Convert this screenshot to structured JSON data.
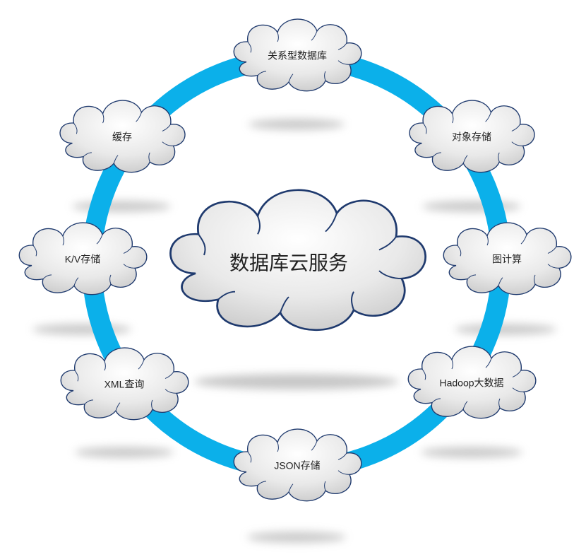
{
  "diagram": {
    "center": {
      "label": "数据库云服务"
    },
    "nodes": [
      {
        "id": "relational",
        "label": "关系型数据库"
      },
      {
        "id": "object-storage",
        "label": "对象存储"
      },
      {
        "id": "graph-compute",
        "label": "图计算"
      },
      {
        "id": "hadoop",
        "label": "Hadoop大数据"
      },
      {
        "id": "json-storage",
        "label": "JSON存储"
      },
      {
        "id": "xml-query",
        "label": "XML查询"
      },
      {
        "id": "kv-storage",
        "label": "K/V存储"
      },
      {
        "id": "cache",
        "label": "缓存"
      }
    ],
    "colors": {
      "ring": "#0bb0ea",
      "cloud_fill_light": "#ffffff",
      "cloud_fill_dark": "#c9c9c9",
      "cloud_stroke": "#1f3a6e",
      "shadow": "#9a9a9a"
    }
  }
}
